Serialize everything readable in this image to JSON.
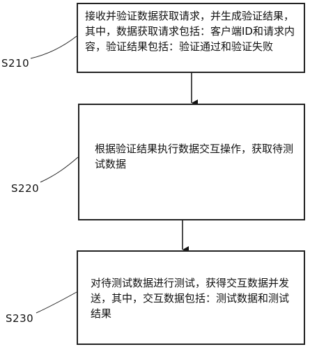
{
  "steps": [
    {
      "label": "S210",
      "text": "接收并验证数据获取请求，并生成验证结果，其中，数据获取请求包括：客户端ID和请求内容，验证结果包括：验证通过和验证失败"
    },
    {
      "label": "S220",
      "text": "根据验证结果执行数据交互操作，获取待测试数据"
    },
    {
      "label": "S230",
      "text": "对待测试数据进行测试，获得交互数据并发送，其中，交互数据包括：测试数据和测试结果"
    }
  ]
}
